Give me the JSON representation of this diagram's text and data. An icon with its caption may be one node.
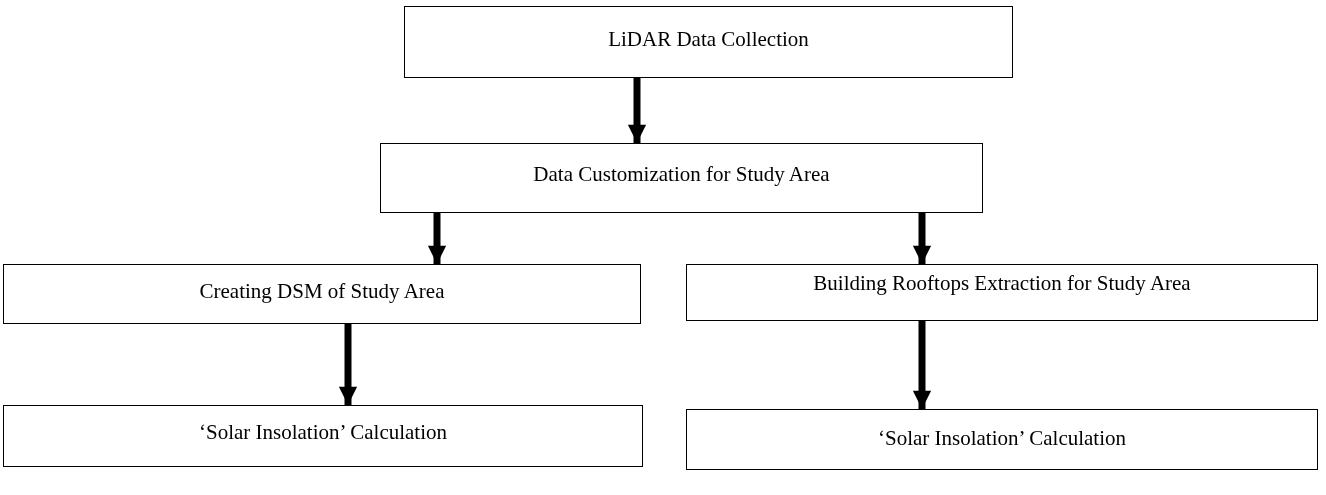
{
  "diagram": {
    "nodes": [
      {
        "text": [
          "LiDAR Data Collection"
        ]
      },
      {
        "text": [
          "Data Customization for Study Area"
        ]
      },
      {
        "text": [
          "Creating DSM of Study Area"
        ]
      },
      {
        "text": [
          "Building Rooftops Extraction for Study Area"
        ]
      },
      {
        "text": [
          "‘Solar Insolation’ Calculation"
        ]
      },
      {
        "text": [
          "‘Solar Insolation’ Calculation"
        ]
      }
    ],
    "edges": [
      {
        "from": 0,
        "to": 1,
        "arrow": "to"
      },
      {
        "from": 1,
        "to": 2,
        "arrow": "to"
      },
      {
        "from": 1,
        "to": 3,
        "arrow": "to"
      },
      {
        "from": 2,
        "to": 4,
        "arrow": "to"
      },
      {
        "from": 3,
        "to": 5,
        "arrow": "to"
      }
    ]
  }
}
